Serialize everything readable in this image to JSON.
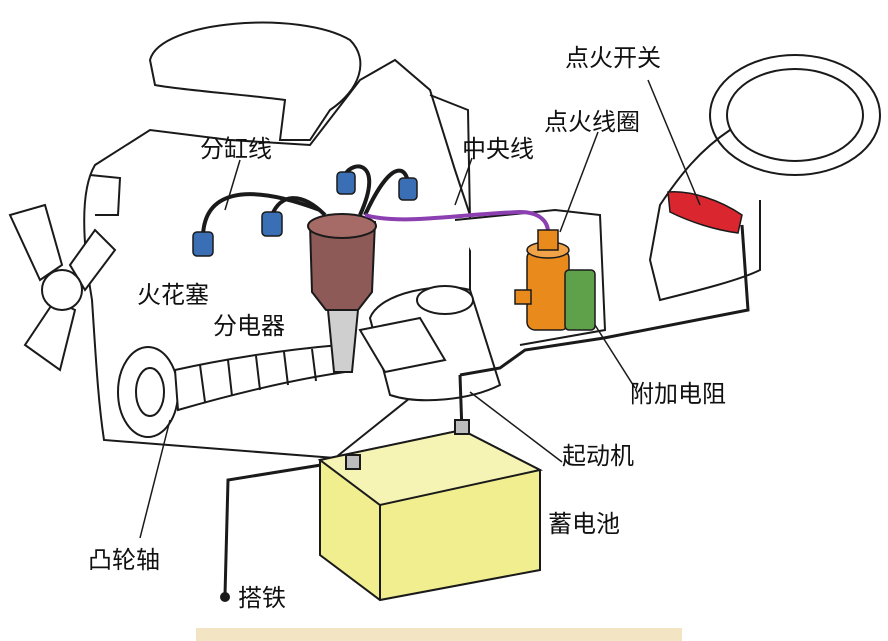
{
  "labels": {
    "ignition_switch": "点火开关",
    "ignition_coil": "点火线圈",
    "central_wire": "中央线",
    "distributor_wires": "分缸线",
    "spark_plug": "火花塞",
    "distributor": "分电器",
    "ballast_resistor": "附加电阻",
    "starter": "起动机",
    "battery": "蓄电池",
    "camshaft": "凸轮轴",
    "ground": "搭铁"
  },
  "colors": {
    "outline": "#1a1a1a",
    "battery_fill": "#f1ee8f",
    "coil_fill": "#e98a1c",
    "resistor_fill": "#5fa04a",
    "switch_fill": "#d9262f",
    "plug_fill": "#3b6fb5",
    "central_wire": "#8b3fb0",
    "caption_bar": "#f3e4c4"
  }
}
